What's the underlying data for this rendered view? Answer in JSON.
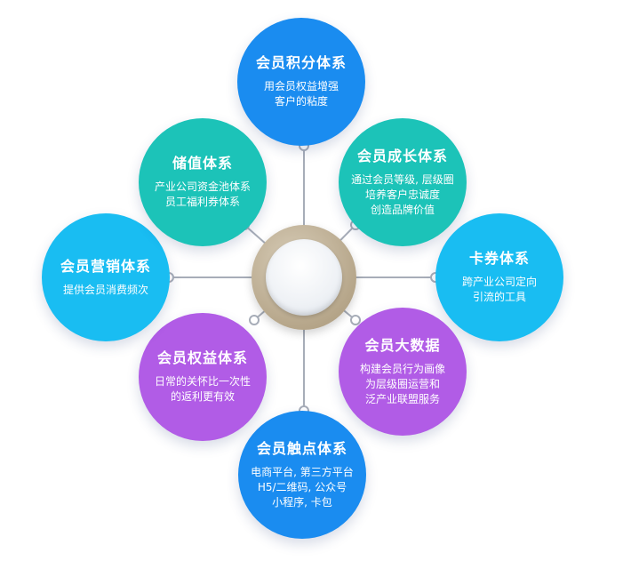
{
  "colors": {
    "blue": "#1a8cf0",
    "teal": "#1cc3b8",
    "cyan": "#19bdf2",
    "purple": "#b15ce6",
    "hub": "#b6a68a",
    "connector": "#a7adb8"
  },
  "nodes": {
    "points": {
      "title": "会员积分体系",
      "lines": [
        "用会员权益增强",
        "客户的粘度"
      ]
    },
    "growth": {
      "title": "会员成长体系",
      "lines": [
        "通过会员等级, 层级圈",
        "培养客户忠诚度",
        "创造品牌价值"
      ]
    },
    "coupon": {
      "title": "卡券体系",
      "lines": [
        "跨产业公司定向",
        "引流的工具"
      ]
    },
    "bigdata": {
      "title": "会员大数据",
      "lines": [
        "构建会员行为画像",
        "为层级圈运营和",
        "泛产业联盟服务"
      ]
    },
    "touch": {
      "title": "会员触点体系",
      "lines": [
        "电商平台, 第三方平台",
        "H5/二维码, 公众号",
        "小程序, 卡包"
      ]
    },
    "rights": {
      "title": "会员权益体系",
      "lines": [
        "日常的关怀比一次性",
        "的返利更有效"
      ]
    },
    "marketing": {
      "title": "会员营销体系",
      "lines": [
        "提供会员消费频次"
      ]
    },
    "stored": {
      "title": "储值体系",
      "lines": [
        "产业公司资金池体系",
        "员工福利券体系"
      ]
    }
  }
}
